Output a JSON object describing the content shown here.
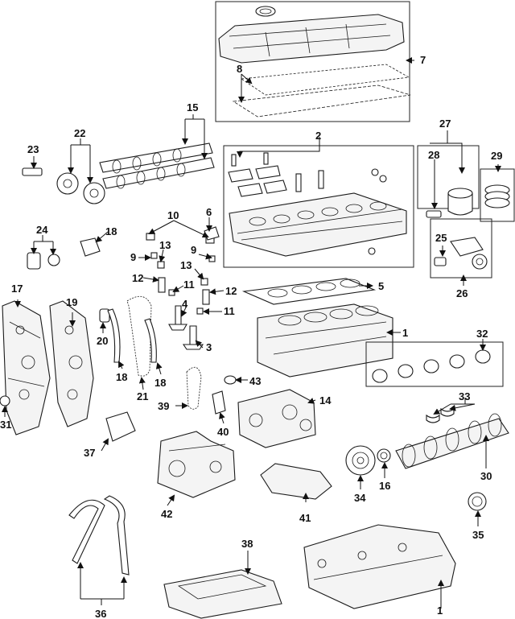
{
  "callouts": {
    "n1a": "1",
    "n1b": "1",
    "n2": "2",
    "n3": "3",
    "n4": "4",
    "n5": "5",
    "n6": "6",
    "n7": "7",
    "n8": "8",
    "n9a": "9",
    "n9b": "9",
    "n10": "10",
    "n11a": "11",
    "n11b": "11",
    "n12a": "12",
    "n12b": "12",
    "n13a": "13",
    "n13b": "13",
    "n14": "14",
    "n15": "15",
    "n16": "16",
    "n17": "17",
    "n18a": "18",
    "n18b": "18",
    "n18c": "18",
    "n19": "19",
    "n20": "20",
    "n21": "21",
    "n22": "22",
    "n23": "23",
    "n24": "24",
    "n25": "25",
    "n26": "26",
    "n27": "27",
    "n28": "28",
    "n29": "29",
    "n30": "30",
    "n31": "31",
    "n32": "32",
    "n33": "33",
    "n34": "34",
    "n35": "35",
    "n36": "36",
    "n37": "37",
    "n38": "38",
    "n39": "39",
    "n40": "40",
    "n41": "41",
    "n42": "42",
    "n43": "43"
  },
  "colors": {
    "line": "#1a1a1a",
    "background": "#ffffff",
    "shade": "#f4f4f4"
  }
}
